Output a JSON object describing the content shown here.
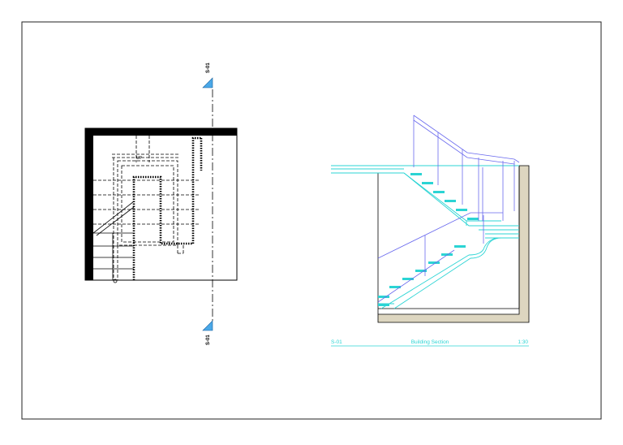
{
  "plan": {
    "section_marker_top": "S-01",
    "section_marker_bottom": "S-01",
    "up_label": "UP"
  },
  "section_view": {
    "title_bar": {
      "code": "S-01",
      "name": "Building Section",
      "scale": "1:30"
    }
  },
  "colors": {
    "border": "#222222",
    "cyan": "#2bd4d4",
    "blue": "#6a6aee",
    "marker": "#4aa8e8",
    "earth": "#ddd6c0"
  }
}
